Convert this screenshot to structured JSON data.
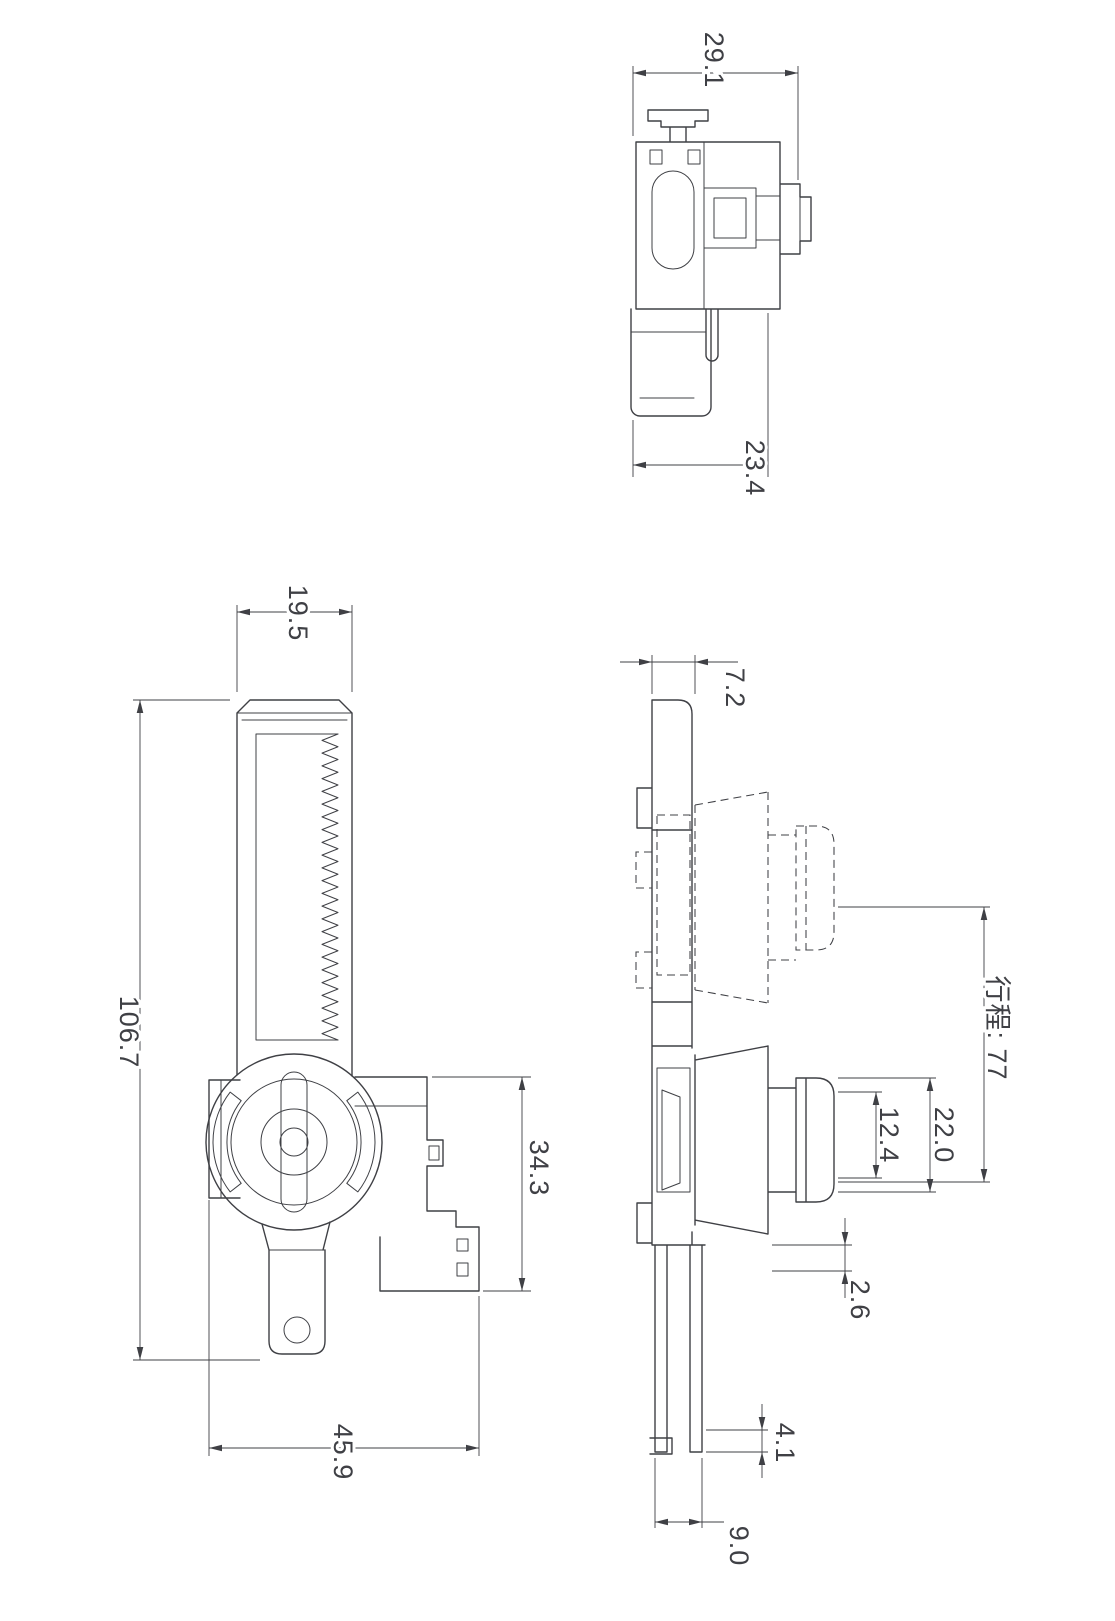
{
  "drawing": {
    "background": "#ffffff",
    "line_color": "#3f4045",
    "views": {
      "top": {
        "dims": {
          "overall_width": "29.1",
          "body_width": "23.4"
        }
      },
      "front": {
        "dims": {
          "housing_width": "19.5",
          "overall_height": "106.7",
          "connector_height": "34.3",
          "overall_width": "45.9"
        }
      },
      "side": {
        "dims": {
          "top_depth": "7.2",
          "stroke_travel": "行程: 77",
          "cam_outer_dia": "22.0",
          "cam_inner_dia": "12.4",
          "flange_thickness": "2.6",
          "rod_width": "4.1",
          "rod_spacing": "9.0"
        }
      }
    }
  }
}
